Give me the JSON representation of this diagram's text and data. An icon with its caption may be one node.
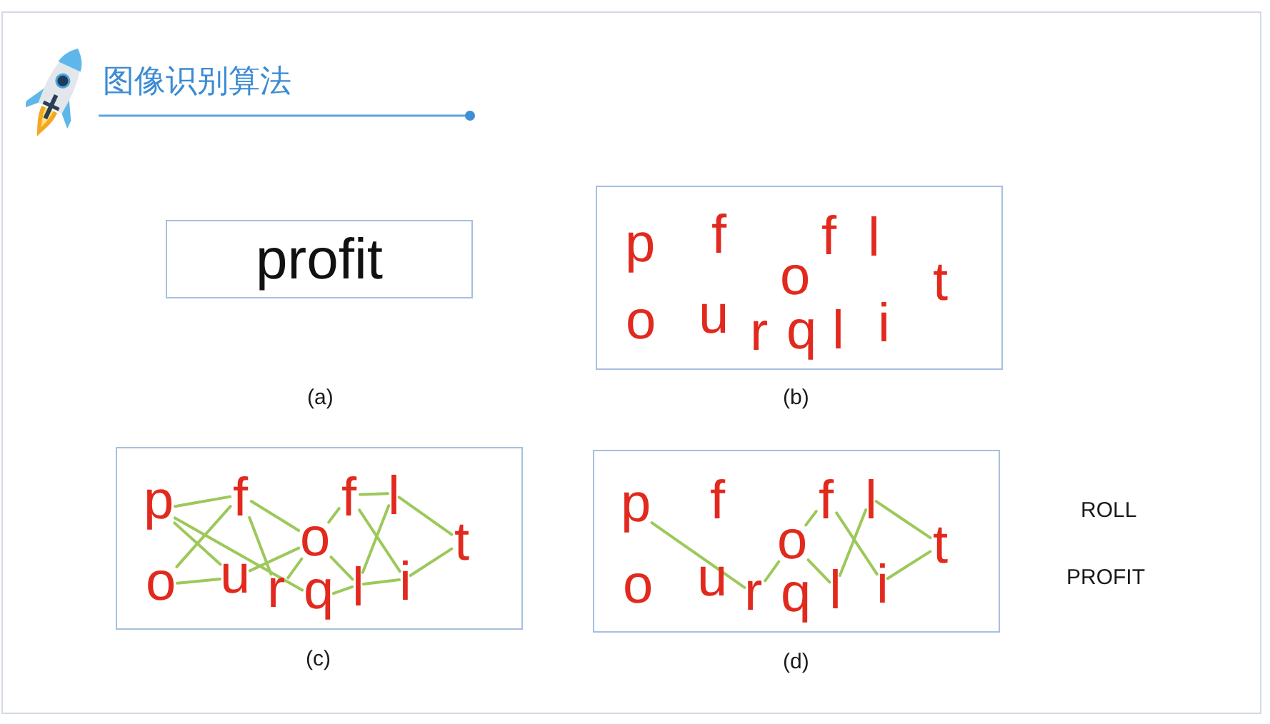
{
  "diagram": {
    "title": "图像识别算法",
    "nodes": [
      {
        "text": [
          "profit"
        ]
      },
      {
        "text": [
          "p",
          "f",
          "f",
          "l",
          "o",
          "t",
          "o",
          "u",
          "r",
          "q",
          "l",
          "i"
        ]
      },
      {
        "text": [],
        "shape": "box"
      },
      {
        "text": [
          "p"
        ],
        "in": 2
      },
      {
        "text": [
          "f"
        ],
        "in": 2
      },
      {
        "text": [
          "f"
        ],
        "in": 2
      },
      {
        "text": [
          "l"
        ],
        "in": 2
      },
      {
        "text": [
          "o"
        ],
        "in": 2
      },
      {
        "text": [
          "t"
        ],
        "in": 2
      },
      {
        "text": [
          "o"
        ],
        "in": 2
      },
      {
        "text": [
          "u"
        ],
        "in": 2
      },
      {
        "text": [
          "r"
        ],
        "in": 2
      },
      {
        "text": [
          "q"
        ],
        "in": 2
      },
      {
        "text": [
          "l"
        ],
        "in": 2
      },
      {
        "text": [
          "i"
        ],
        "in": 2
      },
      {
        "text": [],
        "shape": "box"
      },
      {
        "text": [
          "p"
        ],
        "in": 15
      },
      {
        "text": [
          "f"
        ],
        "in": 15
      },
      {
        "text": [
          "f"
        ],
        "in": 15
      },
      {
        "text": [
          "l"
        ],
        "in": 15
      },
      {
        "text": [
          "o"
        ],
        "in": 15
      },
      {
        "text": [
          "t"
        ],
        "in": 15
      },
      {
        "text": [
          "o"
        ],
        "in": 15
      },
      {
        "text": [
          "u"
        ],
        "in": 15
      },
      {
        "text": [
          "r"
        ],
        "in": 15
      },
      {
        "text": [
          "q"
        ],
        "in": 15
      },
      {
        "text": [
          "l"
        ],
        "in": 15
      },
      {
        "text": [
          "i"
        ],
        "in": 15
      }
    ],
    "edges": [
      {
        "from": 3,
        "to": 4,
        "arrow": "none"
      },
      {
        "from": 9,
        "to": 4,
        "arrow": "none"
      },
      {
        "from": 9,
        "to": 10,
        "arrow": "none"
      },
      {
        "from": 3,
        "to": 10,
        "arrow": "none"
      },
      {
        "from": 3,
        "to": 12,
        "arrow": "none"
      },
      {
        "from": 4,
        "to": 11,
        "arrow": "none"
      },
      {
        "from": 4,
        "to": 7,
        "arrow": "none"
      },
      {
        "from": 10,
        "to": 7,
        "arrow": "none"
      },
      {
        "from": 11,
        "to": 7,
        "arrow": "none"
      },
      {
        "from": 7,
        "to": 13,
        "arrow": "none"
      },
      {
        "from": 7,
        "to": 5,
        "arrow": "none"
      },
      {
        "from": 12,
        "to": 13,
        "arrow": "none"
      },
      {
        "from": 13,
        "to": 14,
        "arrow": "none"
      },
      {
        "from": 5,
        "to": 6,
        "arrow": "none"
      },
      {
        "from": 5,
        "to": 14,
        "arrow": "none"
      },
      {
        "from": 6,
        "to": 13,
        "arrow": "none"
      },
      {
        "from": 6,
        "to": 8,
        "arrow": "none"
      },
      {
        "from": 14,
        "to": 8,
        "arrow": "none"
      },
      {
        "from": 16,
        "to": 24,
        "arrow": "none"
      },
      {
        "from": 24,
        "to": 20,
        "arrow": "none"
      },
      {
        "from": 20,
        "to": 18,
        "arrow": "none"
      },
      {
        "from": 20,
        "to": 26,
        "arrow": "none"
      },
      {
        "from": 18,
        "to": 27,
        "arrow": "none"
      },
      {
        "from": 19,
        "to": 26,
        "arrow": "none"
      },
      {
        "from": 19,
        "to": 21,
        "arrow": "none"
      },
      {
        "from": 27,
        "to": 21,
        "arrow": "none"
      }
    ],
    "labels": [
      "(a)",
      "(b)",
      "ROLL",
      "PROFIT",
      "(c)",
      "(d)"
    ]
  }
}
